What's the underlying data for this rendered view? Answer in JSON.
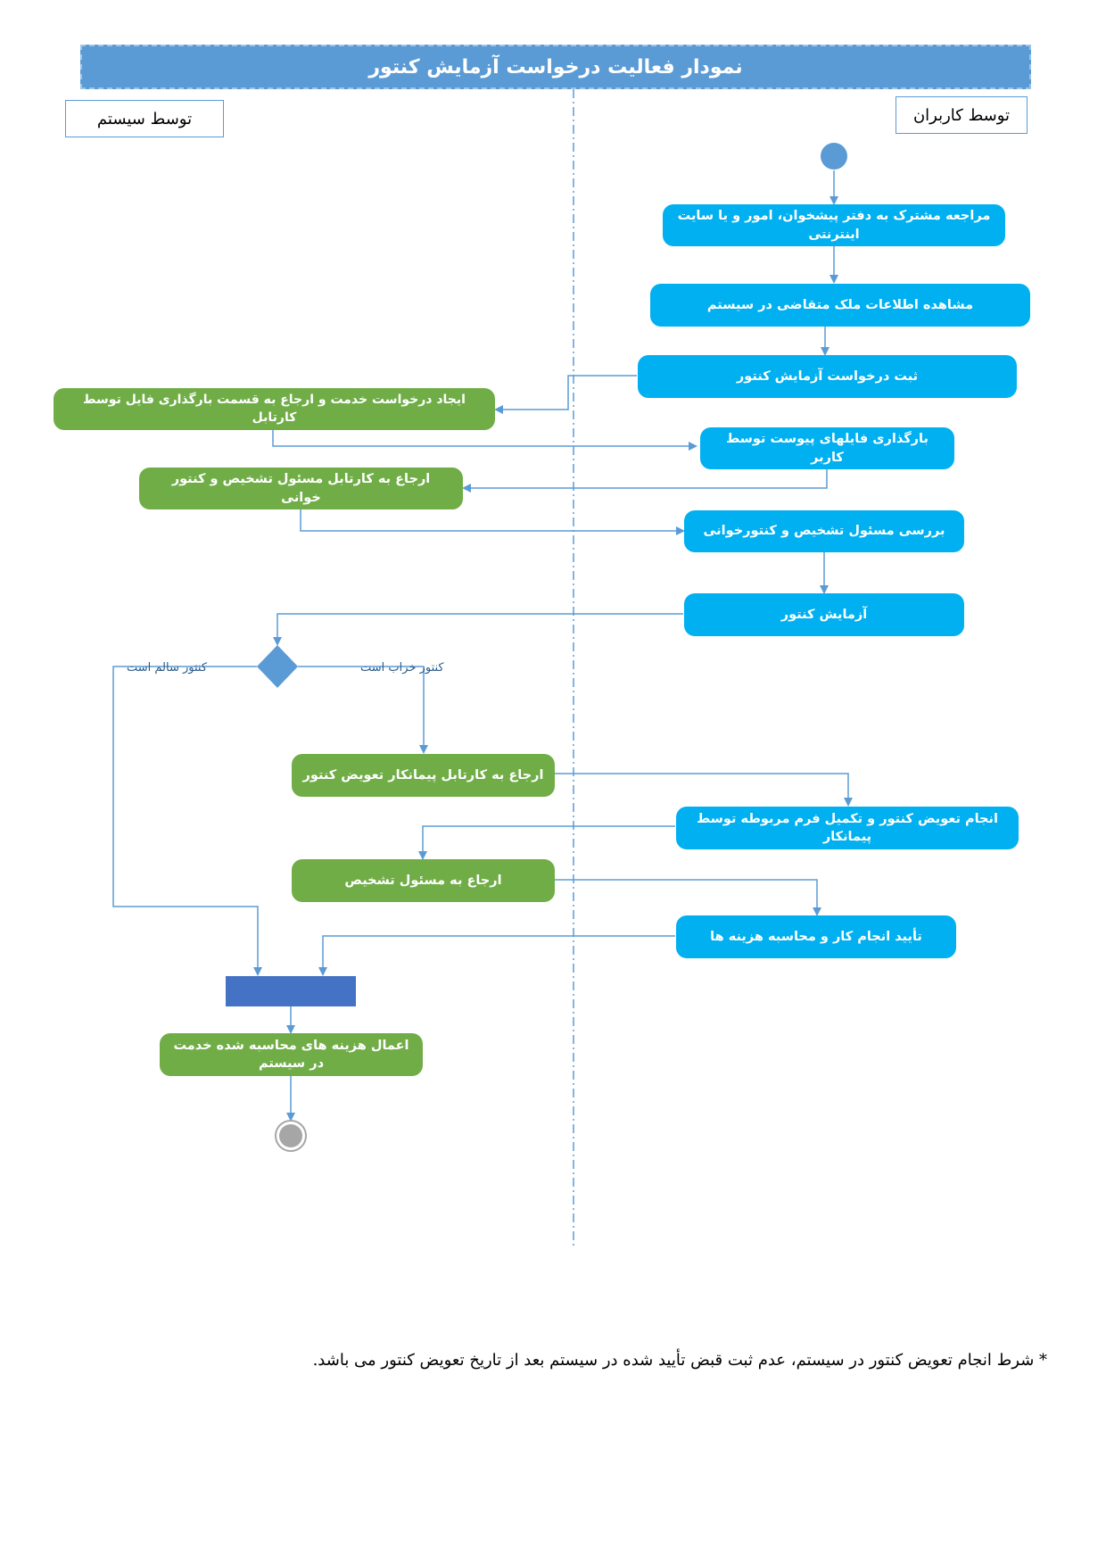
{
  "title": "نمودار فعالیت درخواست آزمایش کنتور",
  "lanes": {
    "users": "توسط کاربران",
    "system": "توسط سیستم"
  },
  "nodes": {
    "n1": "مراجعه مشترک به دفتر پیشخوان، امور و یا سایت اینترنتی",
    "n2": "مشاهده اطلاعات ملک متقاضی در سیستم",
    "n3": "ثبت درخواست آزمایش کنتور",
    "n4": "ایجاد درخواست خدمت و ارجاع به قسمت بارگذاری فایل توسط کارتابل",
    "n5": "بارگذاری فایلهای پیوست توسط کاربر",
    "n6": "ارجاع به کارتابل مسئول تشخیص و کنتور خوانی",
    "n7": "بررسی مسئول تشخیص و کنتورخوانی",
    "n8": "آزمایش کنتور",
    "n9": "ارجاع به کارتابل پیمانکار تعویض کنتور",
    "n10": "انجام تعویض کنتور و تکمیل فرم مربوطه توسط پیمانکار",
    "n11": "ارجاع به مسئول تشخیص",
    "n12": "تأیید انجام کار و محاسبه هزینه ها",
    "n13": "اعمال هزینه های محاسبه شده خدمت در سیستم"
  },
  "guards": {
    "healthy": "کنتور سالم است",
    "broken": "کنتور خراب است"
  },
  "footnote": "* شرط انجام تعویض کنتور در سیستم، عدم ثبت قبض تأیید شده در سیستم بعد از تاریخ تعویض کنتور می باشد.",
  "colors": {
    "title_bar": "#5b9bd5",
    "user_action": "#00b0f0",
    "system_action": "#70ad47",
    "join_bar": "#4472c4",
    "connector": "#5b9bd5"
  }
}
